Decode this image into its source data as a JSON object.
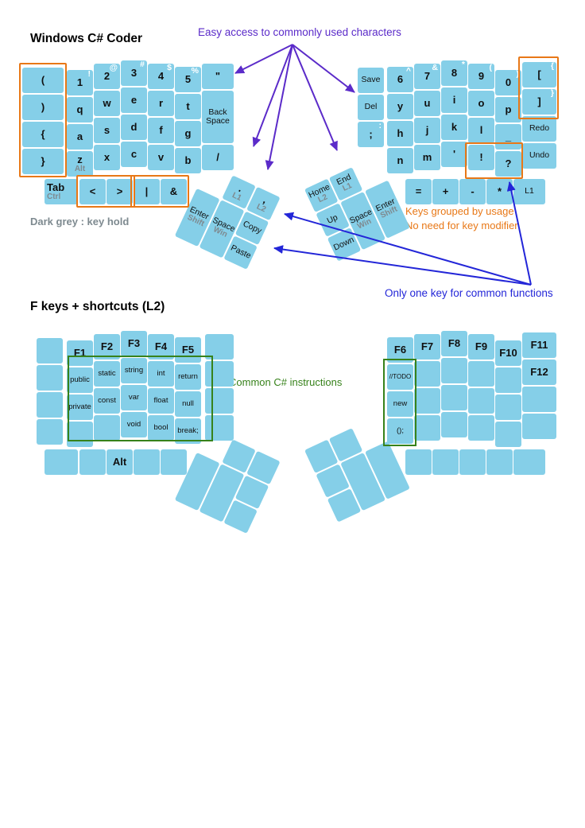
{
  "titles": {
    "layer1": "Windows C# Coder",
    "layer2": "F keys + shortcuts (L2)"
  },
  "annotations": {
    "easy_access": "Easy access to commonly used characters",
    "dark_grey_note": "Dark grey : key hold",
    "grouped_line1": "Keys grouped by usage",
    "grouped_line2": "No need for key modifier",
    "one_key_note": "Only one key for common functions",
    "csharp_note": "Common C# instructions"
  },
  "colors": {
    "key_fill": "#85CFE8",
    "hold_grey": "#7E8A90",
    "orange": "#E87817",
    "purple": "#5B2BC9",
    "blue": "#2326D8",
    "green": "#37821B"
  },
  "layer1": {
    "left": {
      "keys": [
        {
          "c": 0,
          "r": 0,
          "label": "(",
          "b": true
        },
        {
          "c": 0,
          "r": 1,
          "label": ")",
          "b": true
        },
        {
          "c": 0,
          "r": 2,
          "label": "{",
          "b": true
        },
        {
          "c": 0,
          "r": 3,
          "label": "}",
          "b": true
        },
        {
          "c": 1,
          "r": 0,
          "label": "1",
          "shift": "!",
          "b": true
        },
        {
          "c": 1,
          "r": 1,
          "label": "q",
          "b": true
        },
        {
          "c": 1,
          "r": 2,
          "label": "a",
          "b": true
        },
        {
          "c": 1,
          "r": 3,
          "label": "z",
          "hold": "Alt",
          "b": true
        },
        {
          "c": 2,
          "r": 0,
          "label": "2",
          "shift": "@",
          "b": true
        },
        {
          "c": 2,
          "r": 1,
          "label": "w",
          "b": true
        },
        {
          "c": 2,
          "r": 2,
          "label": "s",
          "b": true
        },
        {
          "c": 2,
          "r": 3,
          "label": "x",
          "b": true
        },
        {
          "c": 3,
          "r": 0,
          "label": "3",
          "shift": "#",
          "b": true
        },
        {
          "c": 3,
          "r": 1,
          "label": "e",
          "b": true
        },
        {
          "c": 3,
          "r": 2,
          "label": "d",
          "b": true
        },
        {
          "c": 3,
          "r": 3,
          "label": "c",
          "b": true
        },
        {
          "c": 4,
          "r": 0,
          "label": "4",
          "shift": "$",
          "b": true
        },
        {
          "c": 4,
          "r": 1,
          "label": "r",
          "b": true
        },
        {
          "c": 4,
          "r": 2,
          "label": "f",
          "b": true
        },
        {
          "c": 4,
          "r": 3,
          "label": "v",
          "b": true
        },
        {
          "c": 5,
          "r": 0,
          "label": "5",
          "shift": "%",
          "b": true
        },
        {
          "c": 5,
          "r": 1,
          "label": "t",
          "b": true
        },
        {
          "c": 5,
          "r": 2,
          "label": "g",
          "b": true
        },
        {
          "c": 5,
          "r": 3,
          "label": "b",
          "b": true
        },
        {
          "c": 6,
          "r": 0,
          "label": "\"",
          "b": true
        },
        {
          "c": 6,
          "r": 1,
          "label": "Back Space",
          "tall": true
        },
        {
          "c": 6,
          "r": 3,
          "label": "/",
          "b": true
        }
      ],
      "bottom_row": [
        {
          "label": "Tab",
          "hold": "Ctrl",
          "b": true,
          "left": true
        },
        {
          "label": "<",
          "b": true
        },
        {
          "label": ">",
          "b": true
        },
        {
          "label": "|",
          "b": true
        },
        {
          "label": "&",
          "b": true
        }
      ],
      "thumb": [
        {
          "slot": "A",
          "label": ".",
          "hold": "L1",
          "b": true
        },
        {
          "slot": "B",
          "label": ",",
          "hold": "L2",
          "b": true
        },
        {
          "slot": "C",
          "label": "Enter",
          "hold": "Shift"
        },
        {
          "slot": "D",
          "label": "Space",
          "hold": "Win"
        },
        {
          "slot": "E",
          "label": "Copy"
        },
        {
          "slot": "F",
          "label": "Paste"
        }
      ]
    },
    "right": {
      "keys": [
        {
          "c": 0,
          "r": 0,
          "label": "Save"
        },
        {
          "c": 0,
          "r": 1,
          "label": "Del"
        },
        {
          "c": 0,
          "r": 2,
          "label": ";",
          "shift": ":",
          "b": true
        },
        {
          "c": 1,
          "r": 0,
          "label": "6",
          "shift": "^",
          "b": true
        },
        {
          "c": 1,
          "r": 1,
          "label": "y",
          "b": true
        },
        {
          "c": 1,
          "r": 2,
          "label": "h",
          "b": true
        },
        {
          "c": 1,
          "r": 3,
          "label": "n",
          "b": true
        },
        {
          "c": 2,
          "r": 0,
          "label": "7",
          "shift": "&",
          "b": true
        },
        {
          "c": 2,
          "r": 1,
          "label": "u",
          "b": true
        },
        {
          "c": 2,
          "r": 2,
          "label": "j",
          "b": true
        },
        {
          "c": 2,
          "r": 3,
          "label": "m",
          "b": true
        },
        {
          "c": 3,
          "r": 0,
          "label": "8",
          "shift": "*",
          "b": true
        },
        {
          "c": 3,
          "r": 1,
          "label": "i",
          "b": true
        },
        {
          "c": 3,
          "r": 2,
          "label": "k",
          "b": true
        },
        {
          "c": 3,
          "r": 3,
          "label": "'",
          "b": true
        },
        {
          "c": 4,
          "r": 0,
          "label": "9",
          "shift": "(",
          "b": true
        },
        {
          "c": 4,
          "r": 1,
          "label": "o",
          "b": true
        },
        {
          "c": 4,
          "r": 2,
          "label": "l",
          "b": true
        },
        {
          "c": 4,
          "r": 3,
          "label": "!",
          "b": true
        },
        {
          "c": 5,
          "r": 0,
          "label": "0",
          "shift": ")",
          "b": true
        },
        {
          "c": 5,
          "r": 1,
          "label": "p",
          "b": true
        },
        {
          "c": 5,
          "r": 2,
          "label": "_",
          "b": true
        },
        {
          "c": 5,
          "r": 3,
          "label": "?",
          "b": true
        },
        {
          "c": 6,
          "r": 0,
          "label": "[",
          "shift": "{",
          "b": true
        },
        {
          "c": 6,
          "r": 1,
          "label": "]",
          "shift": "}",
          "b": true
        },
        {
          "c": 6,
          "r": 2,
          "label": "Redo"
        },
        {
          "c": 6,
          "r": 3,
          "label": "Undo"
        }
      ],
      "bottom_row": [
        {
          "label": "=",
          "b": true
        },
        {
          "label": "+",
          "b": true
        },
        {
          "label": "-",
          "b": true
        },
        {
          "label": "*",
          "b": true
        },
        {
          "label": "L1"
        }
      ],
      "thumb": [
        {
          "slot": "A",
          "label": "Home",
          "hold": "L2"
        },
        {
          "slot": "B",
          "label": "End",
          "hold": "L1"
        },
        {
          "slot": "E",
          "label": "Up"
        },
        {
          "slot": "F",
          "label": "Down"
        },
        {
          "slot": "D",
          "label": "Space",
          "hold": "Win"
        },
        {
          "slot": "C",
          "label": "Enter",
          "hold": "Shift"
        }
      ]
    }
  },
  "layer2": {
    "left": {
      "keys": [
        {
          "c": 0,
          "r": 0
        },
        {
          "c": 0,
          "r": 1
        },
        {
          "c": 0,
          "r": 2
        },
        {
          "c": 0,
          "r": 3
        },
        {
          "c": 1,
          "r": 0,
          "label": "F1",
          "b": true
        },
        {
          "c": 1,
          "r": 1,
          "label": "public",
          "sm": true
        },
        {
          "c": 1,
          "r": 2,
          "label": "private",
          "sm": true
        },
        {
          "c": 1,
          "r": 3
        },
        {
          "c": 2,
          "r": 0,
          "label": "F2",
          "b": true
        },
        {
          "c": 2,
          "r": 1,
          "label": "static",
          "sm": true
        },
        {
          "c": 2,
          "r": 2,
          "label": "const",
          "sm": true
        },
        {
          "c": 2,
          "r": 3
        },
        {
          "c": 3,
          "r": 0,
          "label": "F3",
          "b": true
        },
        {
          "c": 3,
          "r": 1,
          "label": "string",
          "sm": true
        },
        {
          "c": 3,
          "r": 2,
          "label": "var",
          "sm": true
        },
        {
          "c": 3,
          "r": 3,
          "label": "void",
          "sm": true
        },
        {
          "c": 4,
          "r": 0,
          "label": "F4",
          "b": true
        },
        {
          "c": 4,
          "r": 1,
          "label": "int",
          "sm": true
        },
        {
          "c": 4,
          "r": 2,
          "label": "float",
          "sm": true
        },
        {
          "c": 4,
          "r": 3,
          "label": "bool",
          "sm": true
        },
        {
          "c": 5,
          "r": 0,
          "label": "F5",
          "b": true
        },
        {
          "c": 5,
          "r": 1,
          "label": "return",
          "sm": true
        },
        {
          "c": 5,
          "r": 2,
          "label": "null",
          "sm": true
        },
        {
          "c": 5,
          "r": 3,
          "label": "break;",
          "sm": true
        },
        {
          "c": 6,
          "r": 0
        },
        {
          "c": 6,
          "r": 1
        },
        {
          "c": 6,
          "r": 2
        },
        {
          "c": 6,
          "r": 3
        }
      ],
      "bottom_row": [
        {},
        {},
        {
          "label": "Alt",
          "b": true
        },
        {},
        {}
      ],
      "thumb": [
        {
          "slot": "A"
        },
        {
          "slot": "B"
        },
        {
          "slot": "C"
        },
        {
          "slot": "D"
        },
        {
          "slot": "E"
        },
        {
          "slot": "F"
        }
      ]
    },
    "right": {
      "keys": [
        {
          "c": 1,
          "r": 0,
          "label": "F6",
          "b": true
        },
        {
          "c": 1,
          "r": 1,
          "label": "//TODO",
          "xs": true
        },
        {
          "c": 1,
          "r": 2,
          "label": "new",
          "sm": true
        },
        {
          "c": 1,
          "r": 3,
          "label": "();",
          "sm": true
        },
        {
          "c": 2,
          "r": 0,
          "label": "F7",
          "b": true
        },
        {
          "c": 2,
          "r": 1
        },
        {
          "c": 2,
          "r": 2
        },
        {
          "c": 2,
          "r": 3
        },
        {
          "c": 3,
          "r": 0,
          "label": "F8",
          "b": true
        },
        {
          "c": 3,
          "r": 1
        },
        {
          "c": 3,
          "r": 2
        },
        {
          "c": 3,
          "r": 3
        },
        {
          "c": 4,
          "r": 0,
          "label": "F9",
          "b": true
        },
        {
          "c": 4,
          "r": 1
        },
        {
          "c": 4,
          "r": 2
        },
        {
          "c": 4,
          "r": 3
        },
        {
          "c": 5,
          "r": 0,
          "label": "F10",
          "b": true
        },
        {
          "c": 5,
          "r": 1
        },
        {
          "c": 5,
          "r": 2
        },
        {
          "c": 5,
          "r": 3
        },
        {
          "c": 6,
          "r": 0,
          "label": "F11",
          "b": true
        },
        {
          "c": 6,
          "r": 1,
          "label": "F12",
          "b": true
        },
        {
          "c": 6,
          "r": 2
        },
        {
          "c": 6,
          "r": 3
        }
      ],
      "bottom_row": [
        {},
        {},
        {},
        {},
        {}
      ],
      "thumb": [
        {
          "slot": "A"
        },
        {
          "slot": "B"
        },
        {
          "slot": "C"
        },
        {
          "slot": "D"
        },
        {
          "slot": "E"
        },
        {
          "slot": "F"
        }
      ]
    }
  }
}
